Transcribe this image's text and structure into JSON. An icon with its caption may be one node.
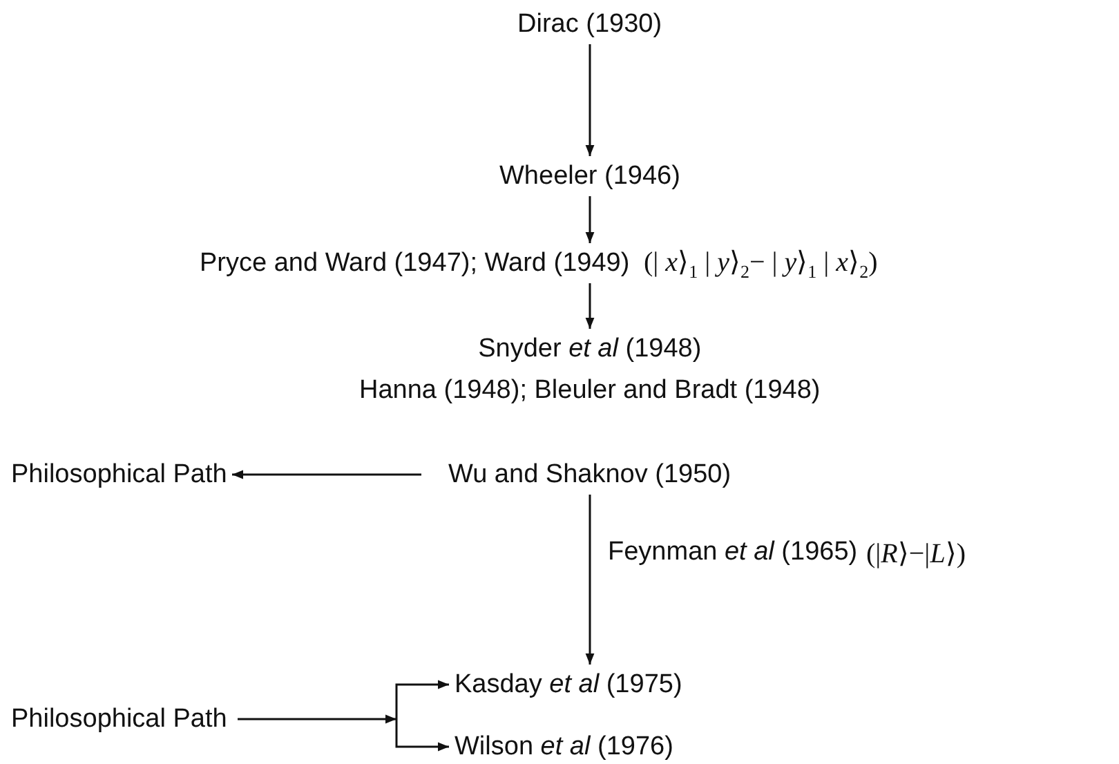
{
  "diagram": {
    "nodes": [
      {
        "text": [
          "Dirac (1930)"
        ]
      },
      {
        "text": [
          "Wheeler (1946)"
        ]
      },
      {
        "text": [
          "Pryce and Ward (1947); Ward (1949)"
        ],
        "beside": [
          "(| *x*⟩$_{1}$ | *y*⟩$_{2}$− | *y*⟩$_{1}$ | *x*⟩$_{2}$)"
        ]
      },
      {
        "text": [
          "Snyder *et al* (1948)",
          "Hanna (1948); Bleuler and Bradt (1948)"
        ]
      },
      {
        "text": [
          "Wu and Shaknov (1950)"
        ]
      },
      {
        "text": [
          "Philosophical Path"
        ]
      },
      {
        "text": [
          "Kasday *et al* (1975)"
        ]
      },
      {
        "text": [
          "Wilson *et al* (1976)"
        ]
      },
      {
        "text": [
          "Philosophical Path"
        ]
      }
    ],
    "edges": [
      {
        "from": 0,
        "to": 1,
        "arrow": "to"
      },
      {
        "from": 1,
        "to": 2,
        "arrow": "to"
      },
      {
        "from": 2,
        "to": 3,
        "arrow": "to"
      },
      {
        "from": 4,
        "to": 5,
        "arrow": "to"
      },
      {
        "from": 4,
        "to": 6,
        "arrow": "to"
      },
      {
        "from": 8,
        "to": 6,
        "arrow": "to"
      },
      {
        "from": 8,
        "to": 7,
        "arrow": "to"
      }
    ],
    "labels": [
      "Feynman *et al* (1965)",
      "(|*R*⟩−|*L*⟩)"
    ]
  }
}
